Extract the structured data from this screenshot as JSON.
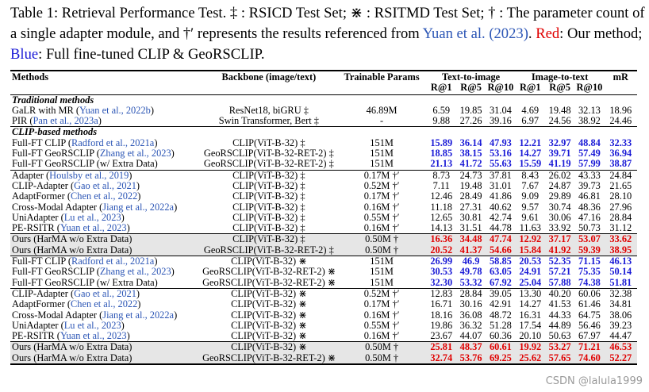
{
  "caption": {
    "part1": "Table 1: Retrieval Performance Test. ‡ : RSICD Test Set; ⋇ : RSITMD Test Set; † : The parameter count of a single adapter module, and †′ represents the results referenced from ",
    "cite": "Yuan et al. (2023)",
    "part2": ".",
    "red_word": "Red",
    "red_desc": ": Our method; ",
    "blue_word": "Blue",
    "blue_desc": ": Full fine-tuned CLIP & GeoRSCLIP."
  },
  "table": {
    "headers": {
      "methods": "Methods",
      "backbone": "Backbone (image/text)",
      "trainable": "Trainable Params",
      "t2i": "Text-to-image",
      "i2t": "Image-to-text",
      "mr": "mR",
      "sub": [
        "R@1",
        "R@5",
        "R@10",
        "R@1",
        "R@5",
        "R@10"
      ]
    },
    "sections": {
      "traditional": "Traditional methods",
      "clip": "CLIP-based methods"
    },
    "rows_traditional": [
      {
        "method": "GaLR with MR (",
        "cite": "Yuan et al., 2022b",
        "end": ")",
        "backbone": "ResNet18, biGRU ‡",
        "params": "46.89M",
        "v": [
          "6.59",
          "19.85",
          "31.04",
          "4.69",
          "19.48",
          "32.13",
          "18.96"
        ]
      },
      {
        "method": "PIR (",
        "cite": "Pan et al., 2023a",
        "end": ")",
        "backbone": "Swin Transformer, Bert ‡",
        "params": "-",
        "v": [
          "9.88",
          "27.26",
          "39.16",
          "6.97",
          "24.56",
          "38.92",
          "24.46"
        ]
      }
    ],
    "rows_rsicd_ft": [
      {
        "method": "Full-FT CLIP (",
        "cite": "Radford et al., 2021a",
        "end": ")",
        "backbone": "CLIP(ViT-B-32) ‡",
        "params": "151M",
        "v": [
          "15.89",
          "36.14",
          "47.93",
          "12.21",
          "32.97",
          "48.84",
          "32.33"
        ]
      },
      {
        "method": "Full-FT GeoRSCLIP (",
        "cite": "Zhang et al., 2023",
        "end": ")",
        "backbone": "GeoRSCLIP(ViT-B-32-RET-2) ‡",
        "params": "151M",
        "v": [
          "18.85",
          "38.15",
          "53.16",
          "14.27",
          "39.71",
          "57.49",
          "36.94"
        ]
      },
      {
        "method": "Full-FT GeoRSCLIP (w/ Extra Data)",
        "cite": "",
        "end": "",
        "backbone": "GeoRSCLIP(ViT-B-32-RET-2) ‡",
        "params": "151M",
        "v": [
          "21.13",
          "41.72",
          "55.63",
          "15.59",
          "41.19",
          "57.99",
          "38.87"
        ]
      }
    ],
    "rows_rsicd_adapter": [
      {
        "method": "Adapter (",
        "cite": "Houlsby et al., 2019",
        "end": ")",
        "backbone": "CLIP(ViT-B-32) ‡",
        "params": "0.17M †′",
        "v": [
          "8.73",
          "24.73",
          "37.81",
          "8.43",
          "26.02",
          "43.33",
          "24.84"
        ]
      },
      {
        "method": "CLIP-Adapter (",
        "cite": "Gao et al., 2021",
        "end": ")",
        "backbone": "CLIP(ViT-B-32) ‡",
        "params": "0.52M †′",
        "v": [
          "7.11",
          "19.48",
          "31.01",
          "7.67",
          "24.87",
          "39.73",
          "21.65"
        ]
      },
      {
        "method": "AdaptFormer (",
        "cite": "Chen et al., 2022",
        "end": ")",
        "backbone": "CLIP(ViT-B-32) ‡",
        "params": "0.17M †′",
        "v": [
          "12.46",
          "28.49",
          "41.86",
          "9.09",
          "29.89",
          "46.81",
          "28.10"
        ]
      },
      {
        "method": "Cross-Modal Adapter (",
        "cite": "Jiang et al., 2022a",
        "end": ")",
        "backbone": "CLIP(ViT-B-32) ‡",
        "params": "0.16M †′",
        "v": [
          "11.18",
          "27.31",
          "40.62",
          "9.57",
          "30.74",
          "48.36",
          "27.96"
        ]
      },
      {
        "method": "UniAdapter (",
        "cite": "Lu et al., 2023",
        "end": ")",
        "backbone": "CLIP(ViT-B-32) ‡",
        "params": "0.55M †′",
        "v": [
          "12.65",
          "30.81",
          "42.74",
          "9.61",
          "30.06",
          "47.16",
          "28.84"
        ]
      },
      {
        "method": "PE-RSITR (",
        "cite": "Yuan et al., 2023",
        "end": ")",
        "backbone": "CLIP(ViT-B-32) ‡",
        "params": "0.16M †′",
        "v": [
          "14.13",
          "31.51",
          "44.78",
          "11.63",
          "33.92",
          "50.73",
          "31.12"
        ]
      }
    ],
    "rows_rsicd_ours": [
      {
        "method": "Ours (HarMA w/o Extra Data)",
        "backbone": "CLIP(ViT-B-32) ‡",
        "params": "0.50M †",
        "v": [
          "16.36",
          "34.48",
          "47.74",
          "12.92",
          "37.17",
          "53.07",
          "33.62"
        ]
      },
      {
        "method": "Ours (HarMA w/o Extra Data)",
        "backbone": "GeoRSCLIP(ViT-B-32-RET-2) ‡",
        "params": "0.50M †",
        "v": [
          "20.52",
          "41.37",
          "54.66",
          "15.84",
          "41.92",
          "59.39",
          "38.95"
        ]
      }
    ],
    "rows_rsitmd_ft": [
      {
        "method": "Full-FT CLIP (",
        "cite": "Radford et al., 2021a",
        "end": ")",
        "backbone": "CLIP(ViT-B-32) ⋇",
        "params": "151M",
        "v": [
          "26.99",
          "46.9",
          "58.85",
          "20.53",
          "52.35",
          "71.15",
          "46.13"
        ]
      },
      {
        "method": "Full-FT GeoRSCLIP (",
        "cite": "Zhang et al., 2023",
        "end": ")",
        "backbone": "GeoRSCLIP(ViT-B-32-RET-2) ⋇",
        "params": "151M",
        "v": [
          "30.53",
          "49.78",
          "63.05",
          "24.91",
          "57.21",
          "75.35",
          "50.14"
        ]
      },
      {
        "method": "Full-FT GeoRSCLIP (w/ Extra Data)",
        "cite": "",
        "end": "",
        "backbone": "GeoRSCLIP(ViT-B-32-RET-2) ⋇",
        "params": "151M",
        "v": [
          "32.30",
          "53.32",
          "67.92",
          "25.04",
          "57.88",
          "74.38",
          "51.81"
        ]
      }
    ],
    "rows_rsitmd_adapter": [
      {
        "method": "CLIP-Adapter (",
        "cite": "Gao et al., 2021",
        "end": ")",
        "backbone": "CLIP(ViT-B-32) ⋇",
        "params": "0.52M †′",
        "v": [
          "12.83",
          "28.84",
          "39.05",
          "13.30",
          "40.20",
          "60.06",
          "32.38"
        ]
      },
      {
        "method": "AdaptFormer (",
        "cite": "Chen et al., 2022",
        "end": ")",
        "backbone": "CLIP(ViT-B-32) ⋇",
        "params": "0.17M †′",
        "v": [
          "16.71",
          "30.16",
          "42.91",
          "14.27",
          "41.53",
          "61.46",
          "34.81"
        ]
      },
      {
        "method": "Cross-Modal Adapter (",
        "cite": "Jiang et al., 2022a",
        "end": ")",
        "backbone": "CLIP(ViT-B-32) ⋇",
        "params": "0.16M †′",
        "v": [
          "18.16",
          "36.08",
          "48.72",
          "16.31",
          "44.33",
          "64.75",
          "38.06"
        ]
      },
      {
        "method": "UniAdapter (",
        "cite": "Lu et al., 2023",
        "end": ")",
        "backbone": "CLIP(ViT-B-32) ⋇",
        "params": "0.55M †′",
        "v": [
          "19.86",
          "36.32",
          "51.28",
          "17.54",
          "44.89",
          "56.46",
          "39.23"
        ]
      },
      {
        "method": "PE-RSITR (",
        "cite": "Yuan et al., 2023",
        "end": ")",
        "backbone": "CLIP(ViT-B-32) ⋇",
        "params": "0.16M †′",
        "v": [
          "23.67",
          "44.07",
          "60.36",
          "20.10",
          "50.63",
          "67.97",
          "44.47"
        ]
      }
    ],
    "rows_rsitmd_ours": [
      {
        "method": "Ours (HarMA w/o Extra Data)",
        "backbone": "CLIP(ViT-B-32) ⋇",
        "params": "0.50M †",
        "v": [
          "25.81",
          "48.37",
          "60.61",
          "19.92",
          "53.27",
          "71.21",
          "46.53"
        ]
      },
      {
        "method": "Ours (HarMA w/o Extra Data)",
        "backbone": "GeoRSCLIP(ViT-B-32-RET-2) ⋇",
        "params": "0.50M †",
        "v": [
          "32.74",
          "53.76",
          "69.25",
          "25.62",
          "57.65",
          "74.60",
          "52.27"
        ]
      }
    ]
  },
  "watermark": "CSDN @lalula1999"
}
